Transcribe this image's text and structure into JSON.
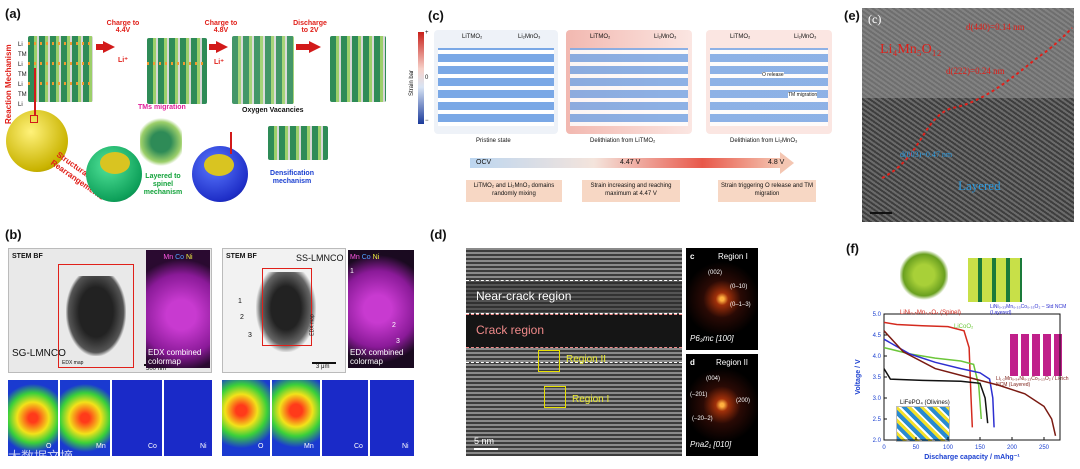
{
  "panel_a": {
    "label": "(a)",
    "reaction_mechanism": "Reaction Mechanism",
    "structural_rearrangements": "Structural Rearrangements",
    "layer_letters": [
      "Li",
      "TM",
      "Li",
      "TM",
      "Li",
      "TM",
      "Li"
    ],
    "charge_4_4": "Charge to 4.4V",
    "charge_4_8": "Charge to 4.8V",
    "discharge_2": "Discharge to 2V",
    "li_plus_1": "Li⁺",
    "li_plus_2": "Li⁺",
    "oxygen_vacancies": "Oxygen Vacancies",
    "tms_migration": "TMs migration",
    "layered_to_spinel": "Layered to spinel mechanism",
    "densification": "Densification mechanism"
  },
  "panel_b": {
    "label": "(b)",
    "left_stem": "STEM BF",
    "left_name": "SG-LMNCO",
    "left_scale": "500 nm",
    "left_edx_map": "EDX map",
    "left_colormap": "EDX combined colormap",
    "left_mn": "Mn",
    "left_co": "Co",
    "left_ni": "Ni",
    "left_bottom": [
      "O",
      "Mn",
      "Co",
      "Ni"
    ],
    "right_stem": "STEM BF",
    "right_name": "SS-LMNCO",
    "right_scale": "3 μm",
    "right_edx_map": "EDX map",
    "right_colormap": "EDX combined colormap",
    "right_mn": "Mn",
    "right_co": "Co",
    "right_ni": "Ni",
    "right_numbers": [
      "1",
      "2",
      "3"
    ],
    "right_numbers_color": [
      "1",
      "2",
      "3"
    ],
    "right_bottom": [
      "O",
      "Mn",
      "Co",
      "Ni"
    ]
  },
  "panel_c": {
    "label": "(c)",
    "strain_bar": "Strain bar",
    "strain_plus": "+",
    "strain_zero": "0",
    "strain_minus": "−",
    "col1_a": "LiTMO₂",
    "col1_b": "Li₂MnO₃",
    "col2_a": "LiTMO₂",
    "col2_b": "Li₂MnO₃",
    "col3_a": "LiTMO₂",
    "col3_b": "Li₂MnO₃",
    "o_release": "O release",
    "tm_migration": "TM migration",
    "cap1": "Pristine state",
    "cap2": "Delithiation from LiTMO₂",
    "cap3": "Delithiation from Li₂MnO₃",
    "ocv": "OCV",
    "v447": "4.47 V",
    "v48": "4.8 V",
    "note1": "LiTMO₂ and Li₂MnO₃ domains randomly mixing",
    "note2": "Strain increasing and reaching maximum at 4.47 V",
    "note3": "Strain triggering O release and TM migration"
  },
  "panel_d": {
    "label": "(d)",
    "near_crack": "Near-crack region",
    "crack": "Crack region",
    "region2": "Region II",
    "region1": "Region I",
    "scale": "5 nm",
    "c_label": "c",
    "c_region": "Region I",
    "c_spots": [
      "(002)",
      "(0–10)",
      "(0–1–3)"
    ],
    "c_group": "P6₃mc [100]",
    "d_label": "d",
    "d_region": "Region II",
    "d_spots": [
      "(004)",
      "(–201)",
      "(200)",
      "(–20–2)"
    ],
    "d_group": "Pna2₁ [010]"
  },
  "panel_e": {
    "label": "(e)",
    "inner": "(c)",
    "phase": "Li₄Mn₅O₁₂",
    "d440": "d(440)=0.14 nm",
    "d222": "d(222)=0.24 nm",
    "d003": "d(003)=0.47 nm",
    "layered": "Layered"
  },
  "panel_f": {
    "label": "(f)",
    "spinel": "LiNi₀.₅Mn₁.₅O₄ (Spinel)",
    "licoo2": "LiCoO₂",
    "std_ncm": "LiNi₀.₃₃Mn₀.₃₃Co₀.₃₃O₂ – Std NCM (Layered)",
    "li_rich": "Li₁.₂Mn₀.₅₄Ni₀.₁₃Co₀.₁₃O₂ / Li-rich NCM (Layered)",
    "lifepo4": "LiFePO₄ (Olivines)"
  },
  "chart_data": {
    "type": "line",
    "xlabel": "Discharge capacity / mAhg⁻¹",
    "ylabel": "Voltage / V",
    "xlim": [
      0,
      275
    ],
    "ylim": [
      2.0,
      5.0
    ],
    "xticks": [
      0,
      50,
      100,
      150,
      200,
      250
    ],
    "yticks": [
      2.0,
      2.5,
      3.0,
      3.5,
      4.0,
      4.5,
      5.0
    ],
    "series": [
      {
        "name": "LiNi₀.₅Mn₁.₅O₄ (Spinel)",
        "color": "#d42a1e",
        "x": [
          0,
          20,
          60,
          100,
          125,
          133,
          136,
          138
        ],
        "y": [
          4.8,
          4.75,
          4.72,
          4.7,
          4.6,
          4.2,
          3.0,
          2.3
        ]
      },
      {
        "name": "LiCoO₂",
        "color": "#6cc63a",
        "x": [
          0,
          40,
          80,
          120,
          140,
          148,
          152
        ],
        "y": [
          4.2,
          4.05,
          3.95,
          3.88,
          3.8,
          3.3,
          2.5
        ]
      },
      {
        "name": "LiNi₀.₃₃Mn₀.₃₃Co₀.₃₃O₂ – Std NCM (Layered)",
        "color": "#2d2fd0",
        "x": [
          0,
          40,
          80,
          120,
          150,
          165,
          170,
          172
        ],
        "y": [
          4.4,
          4.05,
          3.85,
          3.7,
          3.6,
          3.45,
          3.0,
          2.3
        ]
      },
      {
        "name": "Li₁.₂Mn₀.₅₄Ni₀.₁₃Co₀.₁₃O₂ / Li-rich NCM (Layered)",
        "color": "#7a1a12",
        "x": [
          0,
          30,
          80,
          130,
          180,
          220,
          250,
          262,
          268
        ],
        "y": [
          4.6,
          4.1,
          3.7,
          3.5,
          3.3,
          3.1,
          2.8,
          2.5,
          2.1
        ]
      },
      {
        "name": "LiFePO₄ (Olivines)",
        "color": "#111111",
        "x": [
          0,
          10,
          60,
          120,
          150,
          158,
          162
        ],
        "y": [
          3.7,
          3.45,
          3.42,
          3.4,
          3.35,
          3.0,
          2.4
        ]
      }
    ]
  },
  "watermark": "大数据文摘"
}
